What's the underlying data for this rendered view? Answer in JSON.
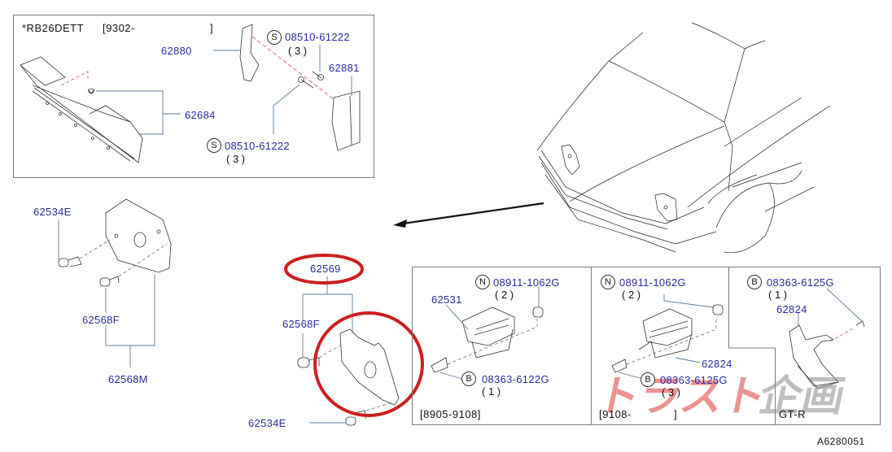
{
  "diagram": {
    "title_engine": "*RB26DETT",
    "title_range": "[9302-",
    "title_range_end": "]",
    "figure_id": "A6280051",
    "top_box": {
      "parts": [
        {
          "id": "62880"
        },
        {
          "id": "62881"
        },
        {
          "id": "62684"
        }
      ],
      "fasteners": [
        {
          "symbol": "S",
          "part": "08510-61222",
          "qty": "( 3 )"
        },
        {
          "symbol": "S",
          "part": "08510-61222",
          "qty": "( 3 )"
        }
      ]
    },
    "left_group": {
      "parts": [
        "62534E",
        "62568F",
        "62568M"
      ]
    },
    "center_group": {
      "highlighted_part": "62569",
      "parts": [
        "62568F",
        "62534E"
      ]
    },
    "panels": [
      {
        "range": "[8905-9108]",
        "part": "62531",
        "fasteners": [
          {
            "symbol": "N",
            "part": "08911-1062G",
            "qty": "( 2 )"
          },
          {
            "symbol": "B",
            "part": "08363-6122G",
            "qty": "( 1 )"
          }
        ]
      },
      {
        "range": "[9108-",
        "range_end": "]",
        "part": "62824",
        "fasteners": [
          {
            "symbol": "N",
            "part": "08911-1062G",
            "qty": "( 2 )"
          },
          {
            "symbol": "B",
            "part": "08363-6125G",
            "qty": "( 3 )"
          }
        ]
      },
      {
        "range": "GT-R",
        "part": "62824",
        "fasteners": [
          {
            "symbol": "B",
            "part": "08363-6125G",
            "qty": "( 1 )"
          }
        ]
      }
    ],
    "watermark": {
      "text_red": "トラスト",
      "text_gray": "企画",
      "color_red": "#e03a3a",
      "color_gray": "#8a8a8a"
    },
    "colors": {
      "part_number": "#2a2aa8",
      "highlight_circle": "#cc1f1f",
      "leader_line": "#5a7aa0",
      "dash_red": "#d04a4a"
    }
  }
}
